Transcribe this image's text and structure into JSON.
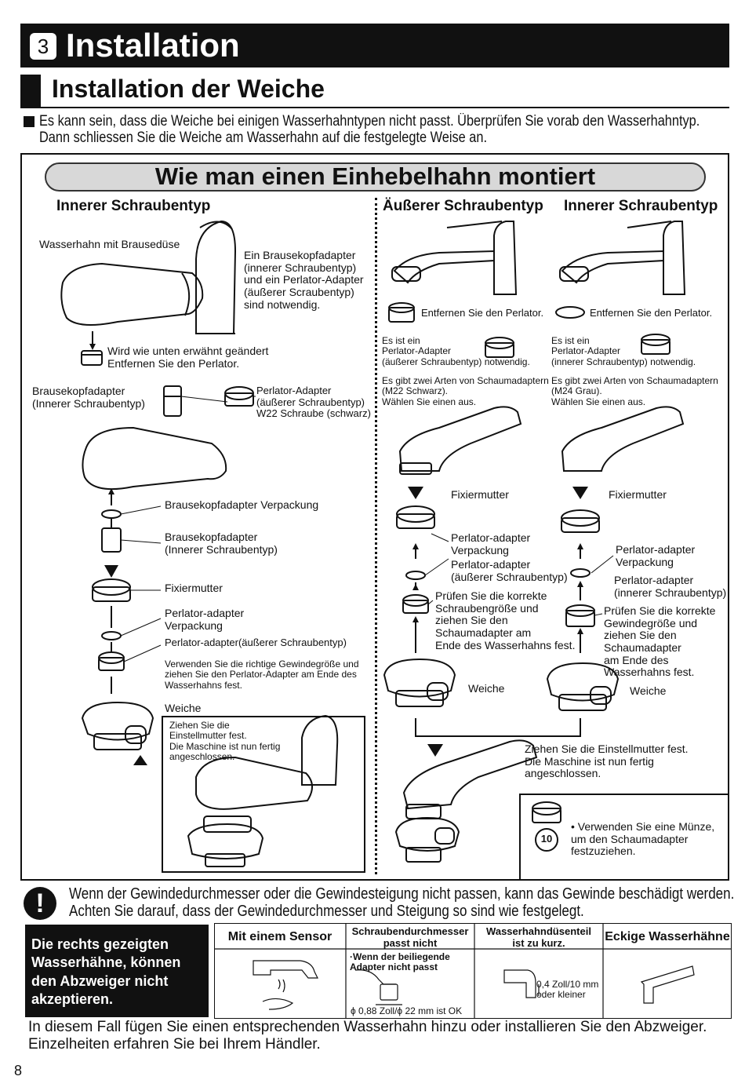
{
  "header": {
    "step_number": "3",
    "title": "Installation",
    "subtitle": "Installation der Weiche"
  },
  "intro": {
    "line1": "Es kann sein, dass die Weiche bei einigen Wasserhahntypen nicht passt. Überprüfen Sie vorab den Wasserhahntyp.",
    "line2": "Dann schliessen Sie die Weiche am Wasserhahn auf die festgelegte Weise an."
  },
  "section_title": "Wie man einen Einhebelhahn montiert",
  "left": {
    "heading": "Innerer Schraubentyp",
    "faucet_label": "Wasserhahn mit Brausedüse",
    "note": "Ein Brausekopfadapter\n(innerer Schraubentyp)\nund ein Perlator-Adapter\n(äußerer Scraubentyp)\nsind notwendig.",
    "remove_note": "Wird wie unten erwähnt geändert\nEntfernen Sie den Perlator.",
    "shower_adapter": "Brausekopfadapter\n(Innerer Schraubentyp)",
    "perlator_adapter": "Perlator-Adapter\n(äußerer Schraubentyp)\nW22 Schraube (schwarz)",
    "pack1": "Brausekopfadapter Verpackung",
    "adapter2": "Brausekopfadapter\n(Innerer Schraubentyp)",
    "nut": "Fixiermutter",
    "pack2": "Perlator-adapter\nVerpackung",
    "adapter3": "Perlator-adapter(äußerer Schraubentyp)",
    "thread_note": "Verwenden Sie die richtige Gewindegröße und\nziehen Sie den Perlator-Adapter am Ende des\nWasserhahns fest.",
    "diverter": "Weiche",
    "inset_note": "Ziehen Sie die\nEinstellmutter fest.\nDie Maschine ist nun fertig\nangeschlossen."
  },
  "mid": {
    "heading": "Äußerer Schraubentyp",
    "remove": "Entfernen Sie den Perlator.",
    "need": "Es ist ein\nPerlator-Adapter\n(äußerer Schraubentyp) notwendig.",
    "types": "Es gibt zwei Arten von Schaumadaptern\n(M22 Schwarz).\nWählen Sie einen aus.",
    "nut": "Fixiermutter",
    "pack": "Perlator-adapter\nVerpackung",
    "adapter": "Perlator-adapter\n(äußerer Schraubentyp)",
    "check": "Prüfen Sie die korrekte\nSchraubengröße und\nziehen Sie den\nSchaumadapter am\nEnde des Wasserhahns fest.",
    "diverter": "Weiche"
  },
  "right": {
    "heading": "Innerer Schraubentyp",
    "remove": "Entfernen Sie den Perlator.",
    "need": "Es ist ein\nPerlator-Adapter\n(innerer Schraubentyp) notwendig.",
    "types": "Es gibt zwei Arten von Schaumadaptern\n(M24 Grau).\nWählen Sie einen aus.",
    "nut": "Fixiermutter",
    "pack": "Perlator-adapter\nVerpackung",
    "adapter": "Perlator-adapter\n(innerer Schraubentyp)",
    "check": "Prüfen Sie die korrekte\nGewindegröße und\nziehen Sie den\nSchaumadapter\nam Ende des\nWasserhahns fest.",
    "diverter": "Weiche"
  },
  "bottom_center": {
    "tighten": "Ziehen Sie die Einstellmutter fest.\nDie Maschine ist nun fertig\nangeschlossen.",
    "coin_number": "10",
    "coin_tip": "• Verwenden Sie eine Münze,\n   um den Schaumadapter\n   festzuziehen."
  },
  "warning": {
    "line1": "Wenn der Gewindedurchmesser oder die Gewindesteigung nicht passen, kann das Gewinde beschädigt werden.",
    "line2": "Achten Sie darauf, dass der Gewindedurchmesser und Steigung so sind wie festgelegt."
  },
  "incompatible": {
    "box": "Die rechts gezeigten Wasserhähne, können den Abzweiger nicht akzeptieren.",
    "col1": "Mit einem Sensor",
    "col2": "Schraubendurchmesser\npasst nicht",
    "col3": "Wasserhahndüsenteil\nist zu kurz.",
    "col4": "Eckige Wasserhähne",
    "col2_note": "·Wenn der beiliegende\n Adapter nicht passt",
    "col2_dims": "ϕ 0,88 Zoll/ϕ 22 mm ist OK",
    "col3_dims": "0,4 Zoll/10 mm\noder kleiner"
  },
  "footer": {
    "line1": "In diesem Fall fügen Sie einen entsprechenden Wasserhahn hinzu oder installieren Sie den Abzweiger.",
    "line2": "Einzelheiten erfahren Sie bei Ihrem Händler."
  },
  "page_number": "8"
}
